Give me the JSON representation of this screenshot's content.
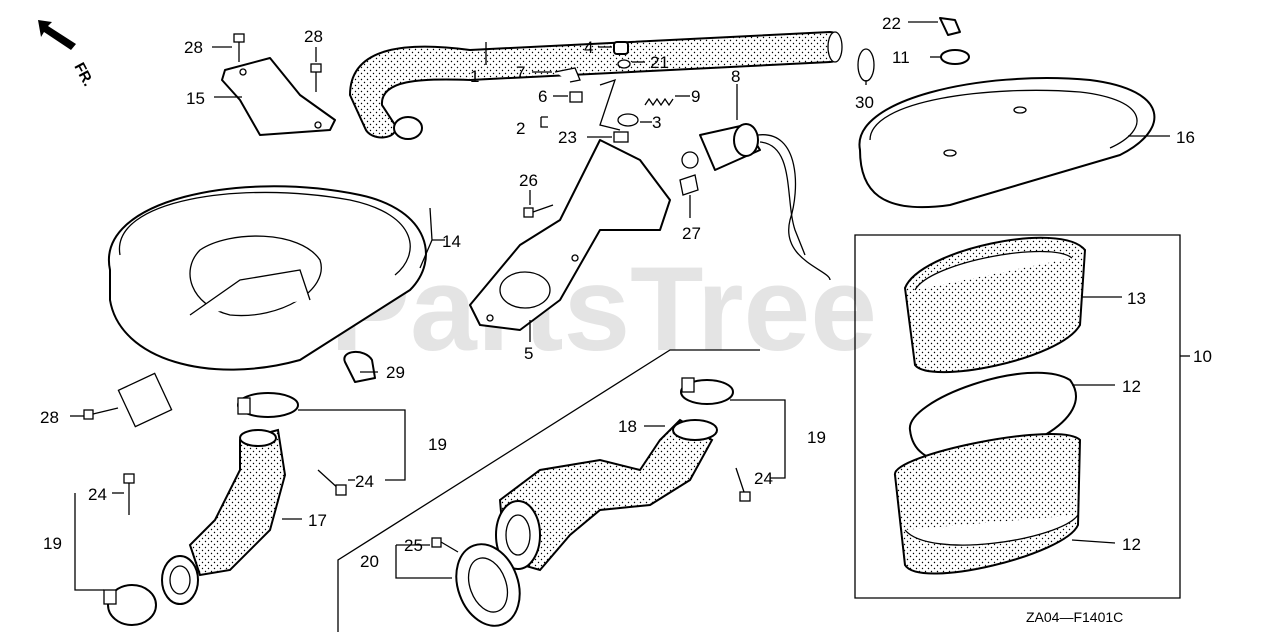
{
  "watermark": "PartsTree",
  "direction_label": "FR.",
  "diagram_code": "ZA04—F1401C",
  "callouts": {
    "c1": "1",
    "c2": "2",
    "c3": "3",
    "c4": "4",
    "c5": "5",
    "c6": "6",
    "c7": "7",
    "c8": "8",
    "c9": "9",
    "c10": "10",
    "c11": "11",
    "c12a": "12",
    "c12b": "12",
    "c13": "13",
    "c14": "14",
    "c15": "15",
    "c16": "16",
    "c17": "17",
    "c18": "18",
    "c19a": "19",
    "c19b": "19",
    "c19c": "19",
    "c20": "20",
    "c21": "21",
    "c22": "22",
    "c23": "23",
    "c24a": "24",
    "c24b": "24",
    "c24c": "24",
    "c25": "25",
    "c26": "26",
    "c27": "27",
    "c28a": "28",
    "c28b": "28",
    "c28c": "28",
    "c29": "29",
    "c30": "30"
  }
}
